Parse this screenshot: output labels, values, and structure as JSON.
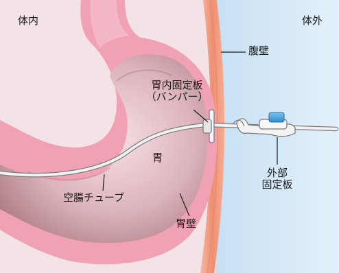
{
  "regions": {
    "inside_label": "体内",
    "outside_label": "体外"
  },
  "labels": {
    "abdominal_wall": "腹壁",
    "bumper_line1": "胃内固定板",
    "bumper_line2": "（バンパー）",
    "stomach": "胃",
    "external_plate_line1": "外部",
    "external_plate_line2": "固定板",
    "jejunal_tube": "空腸チューブ",
    "stomach_wall": "胃壁"
  },
  "colors": {
    "inside_background": "#f3e3e6",
    "outside_background": "#d3e8f6",
    "abdominal_wall": "#f29a7c",
    "stomach_wall": "#f0a2b4",
    "stomach_cavity": "#b8878f",
    "external_plate": "#f1f1f1",
    "clip": "#4aa3de",
    "tube": "#e8e8e8"
  }
}
